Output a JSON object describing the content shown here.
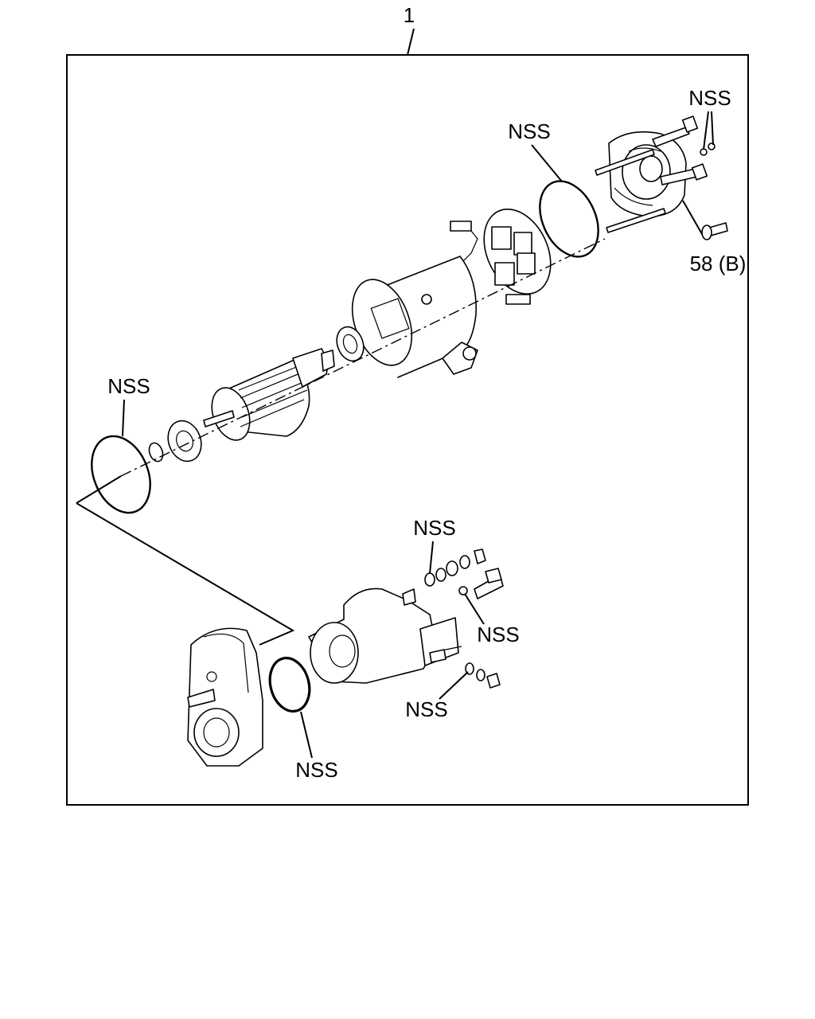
{
  "callouts": {
    "assembly": "1",
    "nss_end_cover_screws": "NSS",
    "nss_end_cover_ring": "NSS",
    "through_bolt": "58 (B)",
    "nss_armature_ring": "NSS",
    "nss_terminal_washer_top": "NSS",
    "nss_terminal_washer_right": "NSS",
    "nss_terminal_washer_bottom": "NSS",
    "nss_housing_seal": "NSS"
  }
}
